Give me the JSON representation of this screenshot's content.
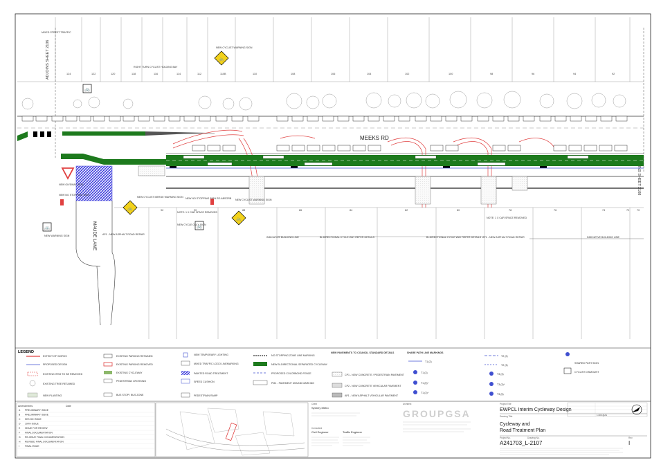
{
  "plan": {
    "street_name": "MEEKS RD",
    "lane_name": "MAUDE LANE",
    "match_left": "ADJOINS SHEET 2106",
    "match_right": "ADJOINS SHEET 2108",
    "lot_numbers_top": [
      "124",
      "122",
      "120",
      "118",
      "116",
      "114",
      "112",
      "110B",
      "110",
      "108",
      "106",
      "104",
      "102",
      "100",
      "98",
      "96",
      "94",
      "92"
    ],
    "lot_numbers_bottom": [
      "92",
      "90",
      "88",
      "86",
      "84",
      "82",
      "80",
      "78",
      "76",
      "74",
      "72",
      "70"
    ],
    "callouts": [
      {
        "text": "MIXED STREET TRAFFIC"
      },
      {
        "text": "RIGHT TURN CYCLIST HOLDING BAY"
      },
      {
        "text": "NEW CYCLIST WARNING SIGN"
      },
      {
        "text": "NEW GIVEWAY SIGN"
      },
      {
        "text": "NEW NO STOPPING SIGN"
      },
      {
        "text": "NEW WARNING SIGN"
      },
      {
        "text": "NEW CYCLIST MERGE WARNING SIGN"
      },
      {
        "text": "NOTE: 1 X CAR SPACE REMOVED"
      },
      {
        "text": "NEW CYCLE ONLY SIGN"
      },
      {
        "text": "AP1 - NEW ASPHALT ROAD REPAIR"
      },
      {
        "text": "NEW NO STOPPING SIGN RE-ABSORB"
      },
      {
        "text": "NEW CYCLIST WARNING SIGN"
      },
      {
        "text": "INDICATIVE BUILDING LINE"
      },
      {
        "text": "BI-DIRECTIONAL CYCLE WAY REFER DETAILS"
      },
      {
        "text": "BI-DIRECTIONAL CYCLE WAY REFER DETAILS"
      },
      {
        "text": "AP1 - NEW ASPHALT ROAD REPAIR"
      },
      {
        "text": "NOTE: 1 X CAR SPACE REMOVED"
      },
      {
        "text": "INDICATIVE BUILDING LINE"
      }
    ]
  },
  "legend": {
    "title": "LEGEND",
    "col1": [
      "EXTENT OF WORKS",
      "PROPOSED DESIGN",
      "EXISTING ITEM TO BE REMOVED",
      "EXISTING TREE RETAINED",
      "NEW PLANTING"
    ],
    "col2": [
      "EXISTING PARKING RETAINED",
      "EXISTING PARKING REMOVED",
      "EXISTING CYCLEWAY",
      "PEDESTRIAN CROSSING",
      "BUS STOP / BUS ZONE"
    ],
    "col3": [
      "NEW TEMPORARY LIGHTING",
      "MIXED TRAFFIC LOGO LINEMARKING",
      "PAINTED ROAD TREATMENT",
      "SPEED CUSHION",
      "PEDESTRIAN RAMP"
    ],
    "col4": [
      "NO STOPPING ZONE LINE MARKING",
      "NEW BI-DIRECTIONAL SEPARATED CYCLEWAY",
      "PROPOSED COLORBOND FENCE",
      "PM1 - PAVEMENT MOUND MARKING"
    ],
    "col5_title": "NEW PAVEMENTS TO COUNCIL STANDARD DETAILS",
    "col5": [
      "CP1 - NEW CONCRETE / PEDESTRIAN PAVEMENT",
      "CP2 - NEW CONCRETE VEHICULAR PAVEMENT",
      "AP1 - NEW ASPHALT VEHICULAR PAVEMENT"
    ],
    "col6_title": "SHARE PATH LINE MARKINGS",
    "col6": [
      "T1 (2)",
      "T1 (3)",
      "T1 (5)*",
      "T1 (3)*"
    ],
    "col7": [
      "T2 (2)",
      "T2 (3)",
      "T3 (3)",
      "T3 (3)*",
      "T3 (5)"
    ],
    "col8": [
      "SHARED PATH SIGN",
      "CYCLIST DISMOUNT"
    ]
  },
  "titleblock": {
    "project_title": "EWPCL Interim Cycleway Design",
    "drawing_title_line1": "Cycleway and",
    "drawing_title_line2": "Road Treatment Plan",
    "drawing_number": "A241703_L-2107",
    "revision": "I",
    "scale": "1:200 @A1",
    "client_name": "Sydney Metro",
    "civil_engineer": "Civil Engineer",
    "traffic_engineer": "Traffic Engineer",
    "labels": {
      "client": "Client",
      "architect": "Architect",
      "project": "Project Title",
      "drawing": "Drawing Title",
      "project_no": "Project No.",
      "drawing_no": "Drawing No.",
      "rev": "Rev",
      "consultant": "Consultant"
    },
    "amendments_header": [
      "Amendments",
      "Date"
    ],
    "amendments": [
      {
        "rev": "A",
        "desc": "PRELIMINARY ISSUE"
      },
      {
        "rev": "B",
        "desc": "PRELIMINARY ISSUE"
      },
      {
        "rev": "C",
        "desc": "50% DD ISSUE"
      },
      {
        "rev": "D",
        "desc": "100% ISSUE"
      },
      {
        "rev": "E",
        "desc": "ISSUE FOR REVIEW"
      },
      {
        "rev": "F",
        "desc": "FINAL DOCUMENTATION"
      },
      {
        "rev": "G",
        "desc": "RE-ISSUE FINAL DOCUMENTATION"
      },
      {
        "rev": "H",
        "desc": "REVISED FINAL DOCUMENTATION"
      },
      {
        "rev": "I",
        "desc": "FINAL ISSUE"
      }
    ]
  },
  "colors": {
    "green": "#1d7a1d",
    "blue": "#3f4fd0",
    "red": "#e04040",
    "yellow": "#f2d21c",
    "hatch": "#3a3adc"
  }
}
